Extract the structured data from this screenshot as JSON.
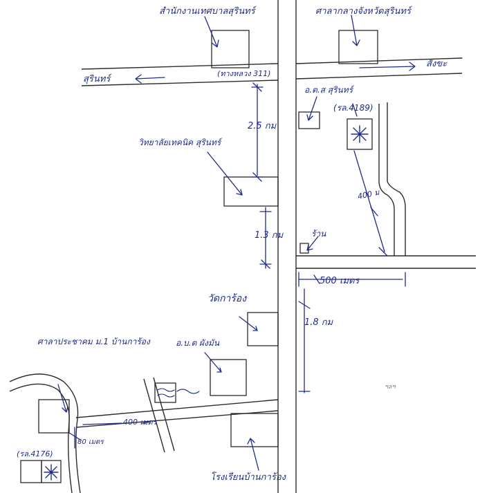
{
  "map": {
    "labels": {
      "top_left_office": "สำนักงานเทศบาลสุรินทร์",
      "top_right_office": "ศาลากลางจังหวัดสุรินทร์",
      "left_direction": "สุรินทร์",
      "right_direction": "สังขะ",
      "highway": "(ทางหลวง 311)",
      "right_upper_office": "อ.ต.ส สุรินทร์",
      "highway_code": "(รล.4189)",
      "dist_25": "2.5 กม",
      "left_school": "วิทยาลัยเทคนิค สุรินทร์",
      "dist_400_right": "400 ม",
      "dist_13": "1.3 กม",
      "right_mid_place": "ร้าน",
      "dist_500": "500 เมตร",
      "temple": "วัดการ้อง",
      "dist_18": "1.8 กม",
      "mid_office": "อ.บ.ต ผังมัน",
      "left_office": "ศาลาประชาคม ม.1 บ้านการ้อง",
      "dist_400_bottom": "400 เมตร",
      "dist_80": "80 เมตร",
      "bottom_left_code": "(รล.4176)",
      "bottom_school": "โรงเรียนบ้านการ้อง",
      "tiny_note": "ฯลฯ"
    },
    "colors": {
      "ink": "#1f2a8c",
      "road": "#2a2a2a",
      "paper": "#ffffff"
    },
    "icons": {
      "star_marker": "asterisk-icon",
      "arrow": "arrow-icon"
    }
  }
}
